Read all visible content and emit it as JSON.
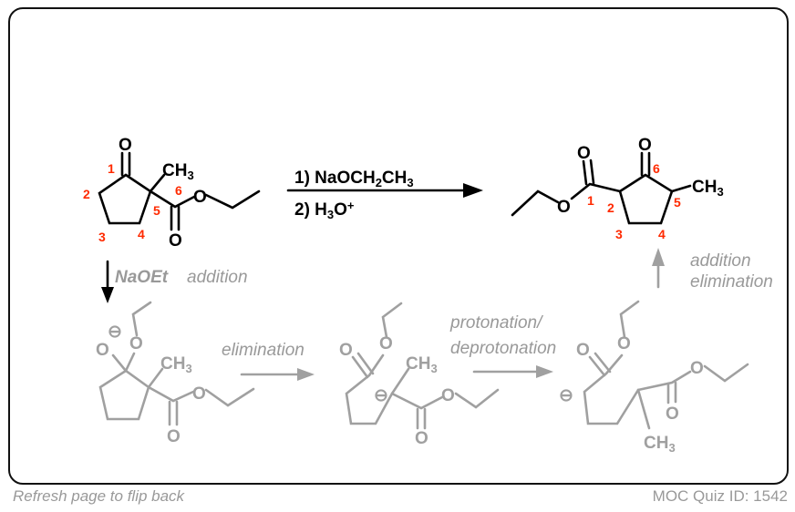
{
  "reaction": {
    "reagent_1": {
      "prefix": "1)  NaOCH",
      "sub1": "2",
      "mid": "CH",
      "sub2": "3"
    },
    "reagent_2": {
      "prefix": "2)  H",
      "sub": "3",
      "mid": "O",
      "sup": "+"
    }
  },
  "atoms": {
    "O": "O",
    "CH": "CH",
    "three": "3",
    "minus": "⊖"
  },
  "numbering": [
    "1",
    "2",
    "3",
    "4",
    "5",
    "6"
  ],
  "steps": {
    "step1_reagent": "NaOEt",
    "step1_label": "addition",
    "step2_label": "elimination",
    "step3_label_line1": "protonation/",
    "step3_label_line2": "deprotonation",
    "step4_label_line1": "addition",
    "step4_label_line2": "elimination"
  },
  "footer": {
    "left": "Refresh page to flip back",
    "right": "MOC Quiz ID: 1542"
  },
  "colors": {
    "numbering": "#ff2a00",
    "mechanism": "#a0a0a0"
  }
}
